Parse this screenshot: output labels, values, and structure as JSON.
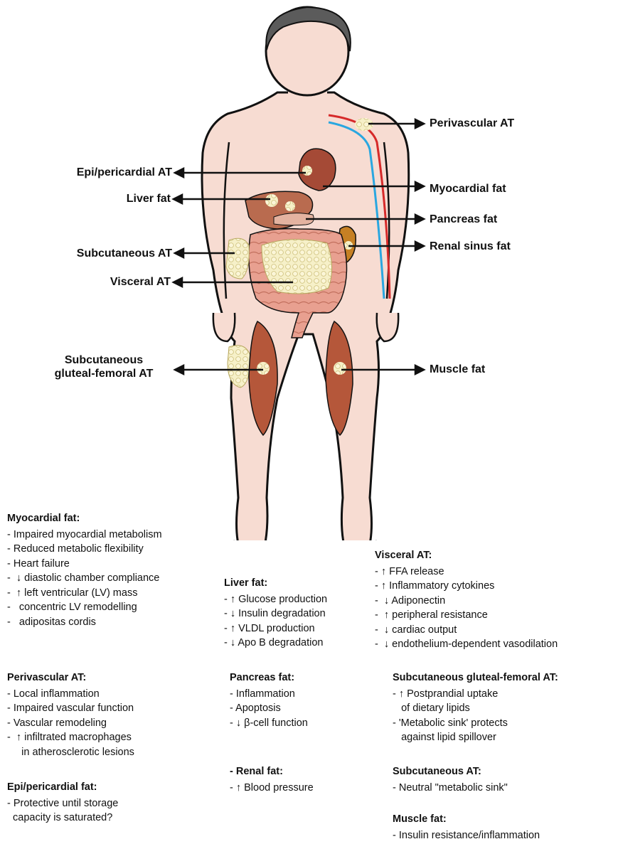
{
  "labels": {
    "perivascular_at": "Perivascular AT",
    "epi_pericardial_at": "Epi/pericardial AT",
    "myocardial_fat": "Myocardial fat",
    "liver_fat": "Liver fat",
    "pancreas_fat": "Pancreas fat",
    "subcutaneous_at": "Subcutaneous AT",
    "renal_sinus_fat": "Renal sinus fat",
    "visceral_at": "Visceral AT",
    "subcutaneous_gluteal_femoral_line1": "Subcutaneous",
    "subcutaneous_gluteal_femoral_line2": "gluteal-femoral  AT",
    "muscle_fat": "Muscle fat"
  },
  "blocks": {
    "myocardial": {
      "title": "Myocardial fat:",
      "items": [
        "- Impaired myocardial metabolism",
        "- Reduced metabolic flexibility",
        "- Heart failure",
        "-  ↓ diastolic chamber compliance",
        "-  ↑ left ventricular (LV) mass",
        "-   concentric LV remodelling",
        "-   adipositas cordis"
      ]
    },
    "liver": {
      "title": "Liver fat:",
      "items": [
        "- ↑ Glucose production",
        "- ↓ Insulin degradation",
        "- ↑ VLDL production",
        "- ↓ Apo B degradation"
      ]
    },
    "visceral": {
      "title": "Visceral AT:",
      "items": [
        "- ↑ FFA release",
        "- ↑ Inflammatory cytokines",
        "-  ↓ Adiponectin",
        "-  ↑ peripheral resistance",
        "-  ↓ cardiac output",
        "-  ↓ endothelium-dependent vasodilation"
      ]
    },
    "perivascular": {
      "title": "Perivascular AT:",
      "items": [
        "- Local inflammation",
        "- Impaired vascular function",
        "- Vascular remodeling",
        "-  ↑ infiltrated macrophages",
        "     in atherosclerotic lesions"
      ]
    },
    "pancreas": {
      "title": "Pancreas fat:",
      "items": [
        "- Inflammation",
        "- Apoptosis",
        "- ↓ β-cell function"
      ]
    },
    "gluteal": {
      "title": "Subcutaneous gluteal-femoral AT:",
      "items": [
        "- ↑ Postprandial uptake",
        "   of dietary lipids",
        "- 'Metabolic sink' protects",
        "   against lipid spillover"
      ]
    },
    "renal": {
      "title": "- Renal fat:",
      "items": [
        "- ↑ Blood pressure"
      ]
    },
    "subcutaneous": {
      "title": "Subcutaneous AT:",
      "items": [
        "- Neutral \"metabolic sink\""
      ]
    },
    "epi": {
      "title": "Epi/pericardial fat:",
      "items": [
        "- Protective until storage",
        "  capacity is saturated?"
      ]
    },
    "muscle": {
      "title": "Muscle fat:",
      "items": [
        "- Insulin resistance/inflammation"
      ]
    }
  },
  "colors": {
    "skin": "#f6d7cc",
    "hair": "#5b5b5b",
    "artery": "#d62a2a",
    "vein": "#2aa7e0",
    "fat": "#f3ecc0",
    "organ": "#b96b4f",
    "muscle": "#b5573a"
  }
}
